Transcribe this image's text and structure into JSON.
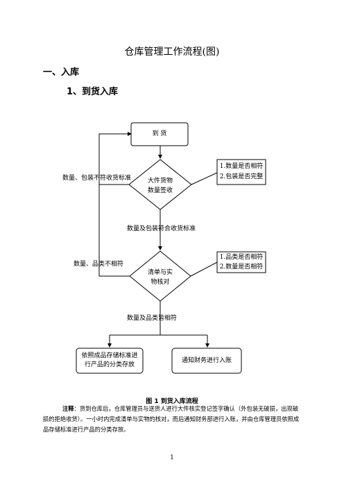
{
  "doc": {
    "title": "仓库管理工作流程(图)",
    "section1": "一、入库",
    "subsection1": "1、到货入库"
  },
  "flow": {
    "start": "到  货",
    "diamond1_line1": "大件货物",
    "diamond1_line2": "数量签收",
    "note1_line1": "1.数量是否相符",
    "note1_line2": "2.包装是否完整",
    "fail1": "数量、包装不符收货标准",
    "pass1": "数量及包装符合收货标准",
    "diamond2_line1": "清单与实",
    "diamond2_line2": "物核对",
    "note2_line1": "1.品类是否相符",
    "note2_line2": "2.数量是否相符",
    "fail2": "数量、品类不相符",
    "pass2": "数量及品类皆相符",
    "box_store_line1": "依照成品存储标准进",
    "box_store_line2": "行产品的分类存放",
    "box_finance": "通知财务进行入账"
  },
  "figure": {
    "caption": "图 1  到货入库流程",
    "note_label": "注释",
    "note_text": "：货到仓库后，仓库管理员与送货人进行大件核实登记签字确认（外包装无破损，出现破损的拒绝收货）。一小时内完成清单与实物的核对，而后通知财务部进行入账，并由仓库管理员依照成品存储标准进行产品的分类存放。"
  },
  "page_number": "1"
}
